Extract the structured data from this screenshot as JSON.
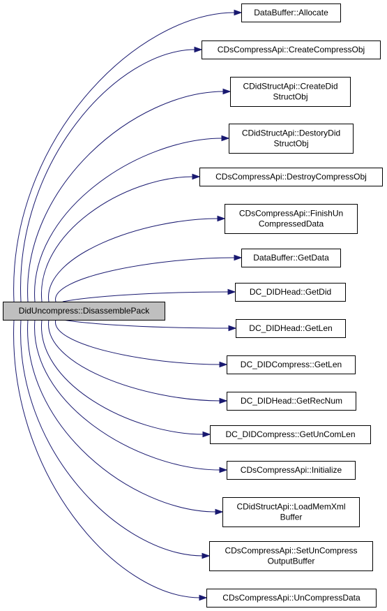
{
  "root": {
    "label": [
      "DidUncompress::DisassemblePack"
    ]
  },
  "callees": [
    {
      "label": [
        "DataBuffer::Allocate"
      ]
    },
    {
      "label": [
        "CDsCompressApi::CreateCompressObj"
      ]
    },
    {
      "label": [
        "CDidStructApi::CreateDid",
        "StructObj"
      ]
    },
    {
      "label": [
        "CDidStructApi::DestoryDid",
        "StructObj"
      ]
    },
    {
      "label": [
        "CDsCompressApi::DestroyCompressObj"
      ]
    },
    {
      "label": [
        "CDsCompressApi::FinishUn",
        "CompressedData"
      ]
    },
    {
      "label": [
        "DataBuffer::GetData"
      ]
    },
    {
      "label": [
        "DC_DIDHead::GetDid"
      ]
    },
    {
      "label": [
        "DC_DIDHead::GetLen"
      ]
    },
    {
      "label": [
        "DC_DIDCompress::GetLen"
      ]
    },
    {
      "label": [
        "DC_DIDHead::GetRecNum"
      ]
    },
    {
      "label": [
        "DC_DIDCompress::GetUnComLen"
      ]
    },
    {
      "label": [
        "CDsCompressApi::Initialize"
      ]
    },
    {
      "label": [
        "CDidStructApi::LoadMemXml",
        "Buffer"
      ]
    },
    {
      "label": [
        "CDsCompressApi::SetUnCompress",
        "OutputBuffer"
      ]
    },
    {
      "label": [
        "CDsCompressApi::UnCompressData"
      ]
    }
  ],
  "colors": {
    "edge": "#191970",
    "root_fill": "#bfbfbf",
    "node_fill": "#ffffff",
    "border": "#000000"
  }
}
